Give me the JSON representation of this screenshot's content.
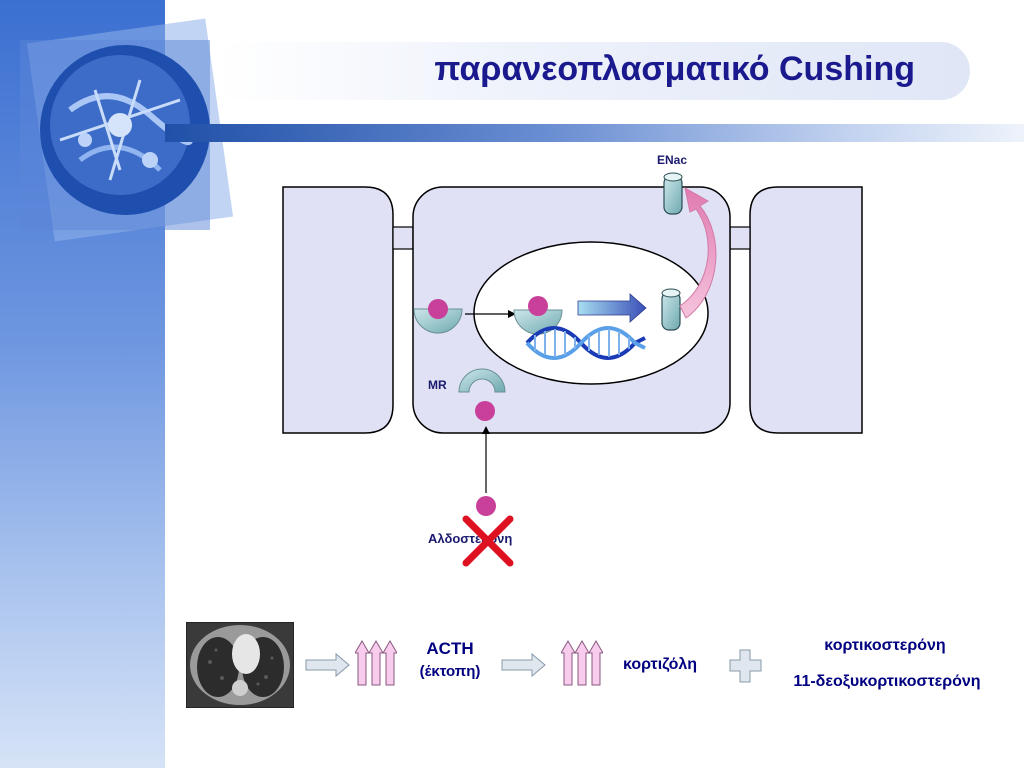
{
  "title": "παρανεοπλασματικό Cushing",
  "diagram": {
    "enac_label": "ENac",
    "mr_label": "MR",
    "aldosterone_label": "Αλδοστερόνη"
  },
  "pathway": {
    "acth_label": "ACTH",
    "acth_sublabel": "(έκτοπη)",
    "cortisol_label": "κορτιζόλη",
    "product_1": "κορτικοστερόνη",
    "product_2": "11-δεοξυκορτικοστερόνη"
  },
  "colors": {
    "title": "#1a1a8e",
    "cell_fill": "#e0e1f5",
    "ligand": "#c8409a",
    "cross": "#dd1122",
    "arrow_pink": "#f2a6cf",
    "receptor": "#8fc3c8"
  }
}
